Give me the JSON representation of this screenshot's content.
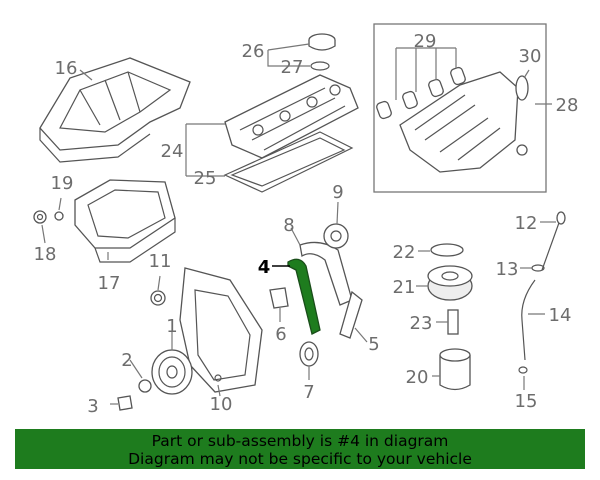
{
  "callouts": [
    "1",
    "2",
    "3",
    "4",
    "5",
    "6",
    "7",
    "8",
    "9",
    "10",
    "11",
    "12",
    "13",
    "14",
    "15",
    "16",
    "17",
    "18",
    "19",
    "20",
    "21",
    "22",
    "23",
    "24",
    "25",
    "26",
    "27",
    "28",
    "29",
    "30"
  ],
  "highlighted_part": "4",
  "colors": {
    "banner_bg": "#1e7c1e",
    "highlight_part": "#1e7c1e",
    "callout_text": "#6d6d6d"
  },
  "banner": {
    "line1": "Part or sub-assembly is #4 in diagram",
    "line2": "Diagram may not be specific to your vehicle"
  }
}
